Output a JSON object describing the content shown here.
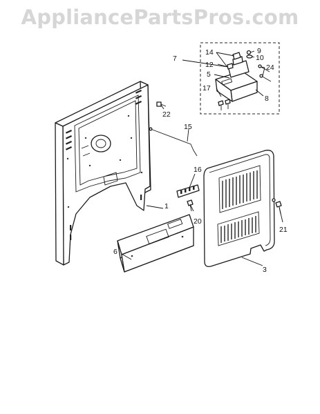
{
  "watermark": "AppliancePartsPros.com",
  "callouts": [
    {
      "id": "c1",
      "text": "1"
    },
    {
      "id": "c3",
      "text": "3"
    },
    {
      "id": "c5",
      "text": "5"
    },
    {
      "id": "c6",
      "text": "6"
    },
    {
      "id": "c7",
      "text": "7"
    },
    {
      "id": "c8",
      "text": "8"
    },
    {
      "id": "c9",
      "text": "9"
    },
    {
      "id": "c10",
      "text": "10"
    },
    {
      "id": "c12",
      "text": "12"
    },
    {
      "id": "c14",
      "text": "14"
    },
    {
      "id": "c15",
      "text": "15"
    },
    {
      "id": "c16",
      "text": "16"
    },
    {
      "id": "c17",
      "text": "17"
    },
    {
      "id": "c20",
      "text": "20"
    },
    {
      "id": "c21",
      "text": "21"
    },
    {
      "id": "c22",
      "text": "22"
    },
    {
      "id": "c24",
      "text": "24"
    }
  ]
}
